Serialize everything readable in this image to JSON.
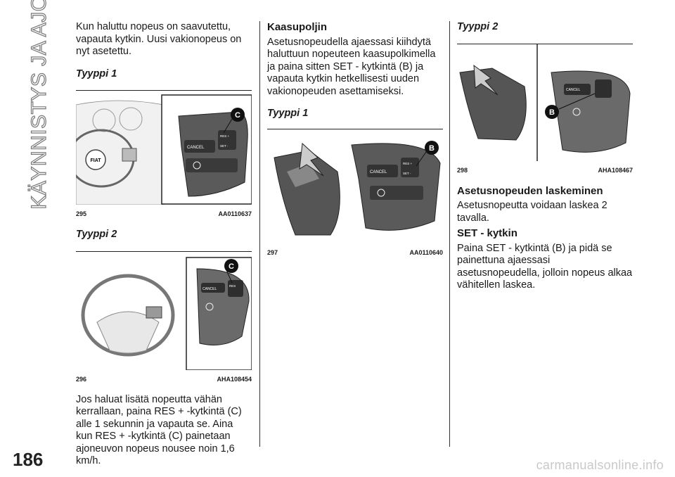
{
  "sidebar": {
    "section_title": "KÄYNNISTYS JA AJO"
  },
  "page_number": "186",
  "col1": {
    "intro": "Kun haluttu nopeus on saavutettu, vapauta kytkin. Uusi vakionopeus on nyt asetettu.",
    "fig295": {
      "heading": "Tyyppi 1",
      "number": "295",
      "code": "AA0110637",
      "callout": "C",
      "brand": "FIAT",
      "cancel": "CANCEL",
      "res": "RES +",
      "set": "SET -"
    },
    "fig296": {
      "heading": "Tyyppi 2",
      "number": "296",
      "code": "AHA108454",
      "callout": "C",
      "cancel": "CANCEL",
      "res": "RES"
    },
    "body": "Jos haluat lisätä nopeutta vähän kerrallaan, paina RES + -kytkintä (C) alle 1 sekunnin ja vapauta se. Aina kun RES + -kytkintä (C) painetaan ajoneuvon nopeus nousee noin 1,6 km/h."
  },
  "col2": {
    "heading": "Kaasupoljin",
    "body": "Asetusnopeudella ajaessasi kiihdytä haluttuun nopeuteen kaasupolkimella ja paina sitten SET - kytkintä (B) ja vapauta kytkin hetkellisesti uuden vakionopeuden asettamiseksi.",
    "fig297": {
      "heading": "Tyyppi 1",
      "number": "297",
      "code": "AA0110640",
      "callout": "B",
      "cancel": "CANCEL",
      "res": "RES +",
      "set": "SET -"
    }
  },
  "col3": {
    "fig298": {
      "heading": "Tyyppi 2",
      "number": "298",
      "code": "AHA108467",
      "callout": "B",
      "cancel": "CANCEL"
    },
    "heading": "Asetusnopeuden laskeminen",
    "body1": "Asetusnopeutta voidaan laskea 2 tavalla.",
    "subheading": "SET - kytkin",
    "body2": "Paina SET - kytkintä (B) ja pidä se painettuna ajaessasi asetusnopeudella, jolloin nopeus alkaa vähitellen laskea."
  },
  "watermark": "carmanualsonline.info"
}
